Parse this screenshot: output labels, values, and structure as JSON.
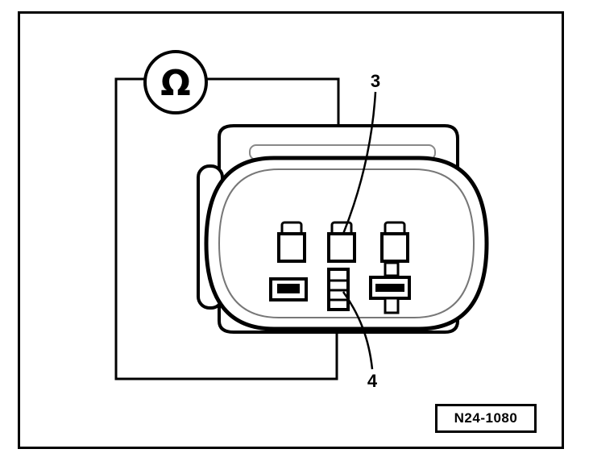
{
  "diagram": {
    "meter": {
      "symbol": "Ω",
      "icon": "ohmmeter-icon"
    },
    "callouts": [
      {
        "id": "pin-3",
        "label": "3"
      },
      {
        "id": "pin-4",
        "label": "4"
      }
    ],
    "reference_code": "N24-1080"
  }
}
